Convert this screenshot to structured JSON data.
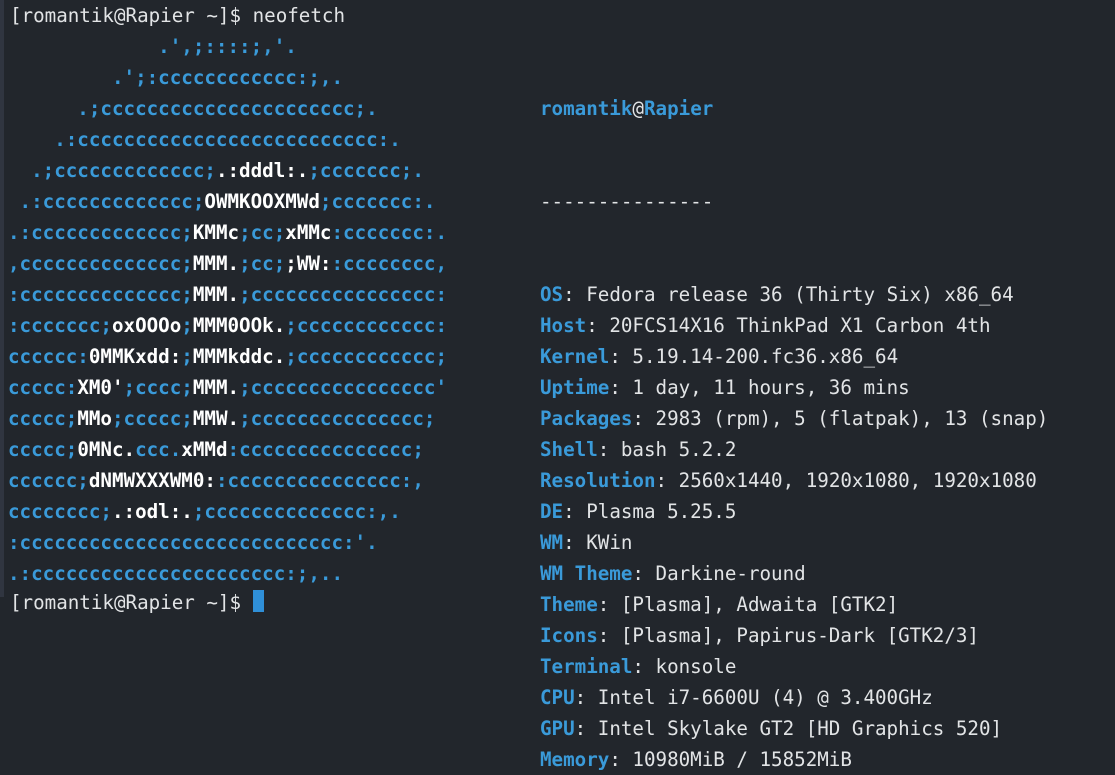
{
  "prompt": {
    "text": "[romantik@Rapier ~]$ neofetch",
    "bottom": "[romantik@Rapier ~]$ "
  },
  "logo": [
    [
      [
        "c",
        "             .',;::::;,'."
      ]
    ],
    [
      [
        "c",
        "         .';:cccccccccccc:;,."
      ]
    ],
    [
      [
        "c",
        "      .;cccccccccccccccccccccc;."
      ]
    ],
    [
      [
        "c",
        "    .:cccccccccccccccccccccccccc:."
      ]
    ],
    [
      [
        "c",
        "  .;ccccccccccccc;"
      ],
      [
        "w",
        ".:dddl:."
      ],
      [
        "c",
        ";ccccccc;."
      ]
    ],
    [
      [
        "c",
        " .:ccccccccccccc;"
      ],
      [
        "w",
        "OWMKOOXMWd"
      ],
      [
        "c",
        ";ccccccc:."
      ]
    ],
    [
      [
        "c",
        ".:ccccccccccccc;"
      ],
      [
        "w",
        "KMMc"
      ],
      [
        "c",
        ";cc;"
      ],
      [
        "w",
        "xMMc"
      ],
      [
        "c",
        ":ccccccc:."
      ]
    ],
    [
      [
        "c",
        ",cccccccccccccc;"
      ],
      [
        "w",
        "MMM."
      ],
      [
        "c",
        ";cc;"
      ],
      [
        "w",
        ";WW:"
      ],
      [
        "c",
        ":cccccccc,"
      ]
    ],
    [
      [
        "c",
        ":cccccccccccccc;"
      ],
      [
        "w",
        "MMM."
      ],
      [
        "c",
        ";cccccccccccccccc:"
      ]
    ],
    [
      [
        "c",
        ":ccccccc;"
      ],
      [
        "w",
        "oxOOOo"
      ],
      [
        "c",
        ";"
      ],
      [
        "w",
        "MMM0OOk."
      ],
      [
        "c",
        ";cccccccccccc:"
      ]
    ],
    [
      [
        "c",
        "cccccc:"
      ],
      [
        "w",
        "0MMKxdd:"
      ],
      [
        "c",
        ";"
      ],
      [
        "w",
        "MMMkddc."
      ],
      [
        "c",
        ";cccccccccccc;"
      ]
    ],
    [
      [
        "c",
        "ccccc:"
      ],
      [
        "w",
        "XM0'"
      ],
      [
        "c",
        ";cccc;"
      ],
      [
        "w",
        "MMM."
      ],
      [
        "c",
        ";cccccccccccccccc'"
      ]
    ],
    [
      [
        "c",
        "ccccc;"
      ],
      [
        "w",
        "MMo"
      ],
      [
        "c",
        ";ccccc;"
      ],
      [
        "w",
        "MMW."
      ],
      [
        "c",
        ";ccccccccccccccc;"
      ]
    ],
    [
      [
        "c",
        "ccccc;"
      ],
      [
        "w",
        "0MNc."
      ],
      [
        "c",
        "ccc."
      ],
      [
        "w",
        "xMMd"
      ],
      [
        "c",
        ":ccccccccccccccc;"
      ]
    ],
    [
      [
        "c",
        "cccccc;"
      ],
      [
        "w",
        "dNMWXXXWM0:"
      ],
      [
        "c",
        ":ccccccccccccccc:,"
      ]
    ],
    [
      [
        "c",
        "cccccccc;"
      ],
      [
        "w",
        ".:odl:."
      ],
      [
        "c",
        ";cccccccccccccc:,."
      ]
    ],
    [
      [
        "c",
        ":cccccccccccccccccccccccccccc:'."
      ]
    ],
    [
      [
        "c",
        ".:cccccccccccccccccccccc:;,.."
      ]
    ]
  ],
  "info": {
    "user": "romantik",
    "at": "@",
    "host": "Rapier",
    "separator": "---------------",
    "rows": [
      {
        "key": "OS",
        "value": "Fedora release 36 (Thirty Six) x86_64"
      },
      {
        "key": "Host",
        "value": "20FCS14X16 ThinkPad X1 Carbon 4th"
      },
      {
        "key": "Kernel",
        "value": "5.19.14-200.fc36.x86_64"
      },
      {
        "key": "Uptime",
        "value": "1 day, 11 hours, 36 mins"
      },
      {
        "key": "Packages",
        "value": "2983 (rpm), 5 (flatpak), 13 (snap)"
      },
      {
        "key": "Shell",
        "value": "bash 5.2.2"
      },
      {
        "key": "Resolution",
        "value": "2560x1440, 1920x1080, 1920x1080"
      },
      {
        "key": "DE",
        "value": "Plasma 5.25.5"
      },
      {
        "key": "WM",
        "value": "KWin"
      },
      {
        "key": "WM Theme",
        "value": "Darkine-round"
      },
      {
        "key": "Theme",
        "value": "[Plasma], Adwaita [GTK2]"
      },
      {
        "key": "Icons",
        "value": "[Plasma], Papirus-Dark [GTK2/3]"
      },
      {
        "key": "Terminal",
        "value": "konsole"
      },
      {
        "key": "CPU",
        "value": "Intel i7-6600U (4) @ 3.400GHz"
      },
      {
        "key": "GPU",
        "value": "Intel Skylake GT2 [HD Graphics 520]"
      },
      {
        "key": "Memory",
        "value": "10980MiB / 15852MiB"
      }
    ]
  },
  "colors": {
    "accent": "#3a9ad9",
    "background": "#22262c",
    "text": "#e2e4e6",
    "cursor": "#2f8fd8"
  }
}
